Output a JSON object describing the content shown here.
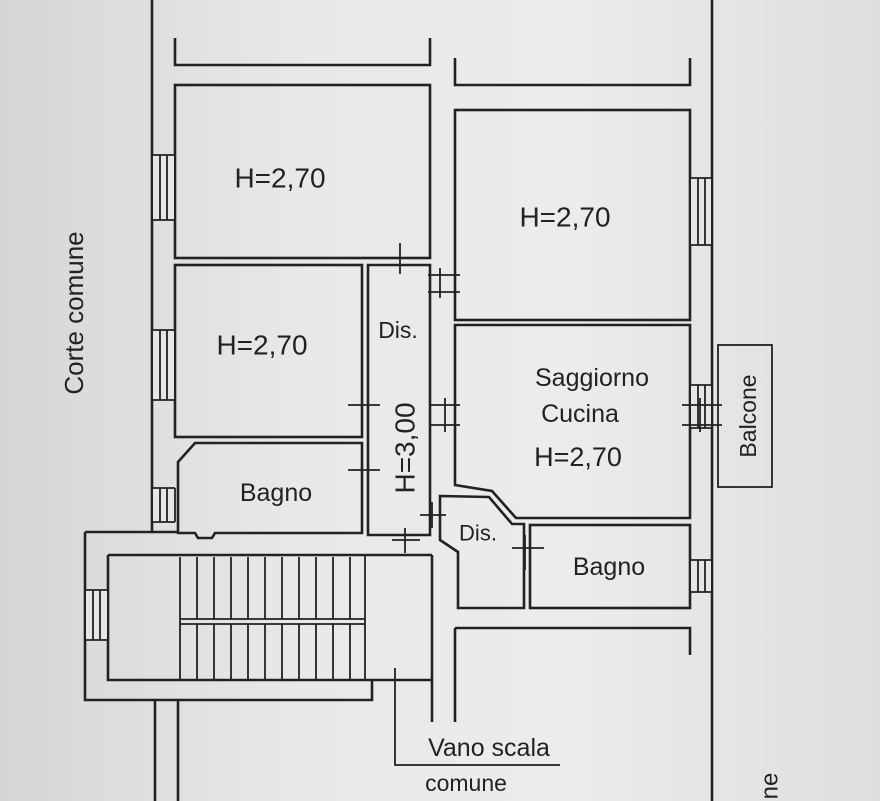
{
  "colors": {
    "paper": "#e6e6e4",
    "ink": "#222222"
  },
  "plan": {
    "room_top_left": {
      "height": "H=2,70"
    },
    "room_top_right": {
      "height": "H=2,70"
    },
    "room_middle_left": {
      "height": "H=2,70"
    },
    "corridor": {
      "name": "Dis.",
      "height": "H=3,00"
    },
    "living_kitchen": {
      "name_line1": "Saggiorno",
      "name_line2": "Cucina",
      "height": "H=2,70"
    },
    "bathroom_left": {
      "name": "Bagno"
    },
    "small_corridor": {
      "name": "Dis."
    },
    "bathroom_right": {
      "name": "Bagno"
    },
    "balcony": {
      "name": "Balcone"
    },
    "courtyard": {
      "name": "Corte comune"
    },
    "stairwell": {
      "line1": "Vano scala",
      "line2": "comune"
    },
    "edge_fragment": "ne"
  }
}
